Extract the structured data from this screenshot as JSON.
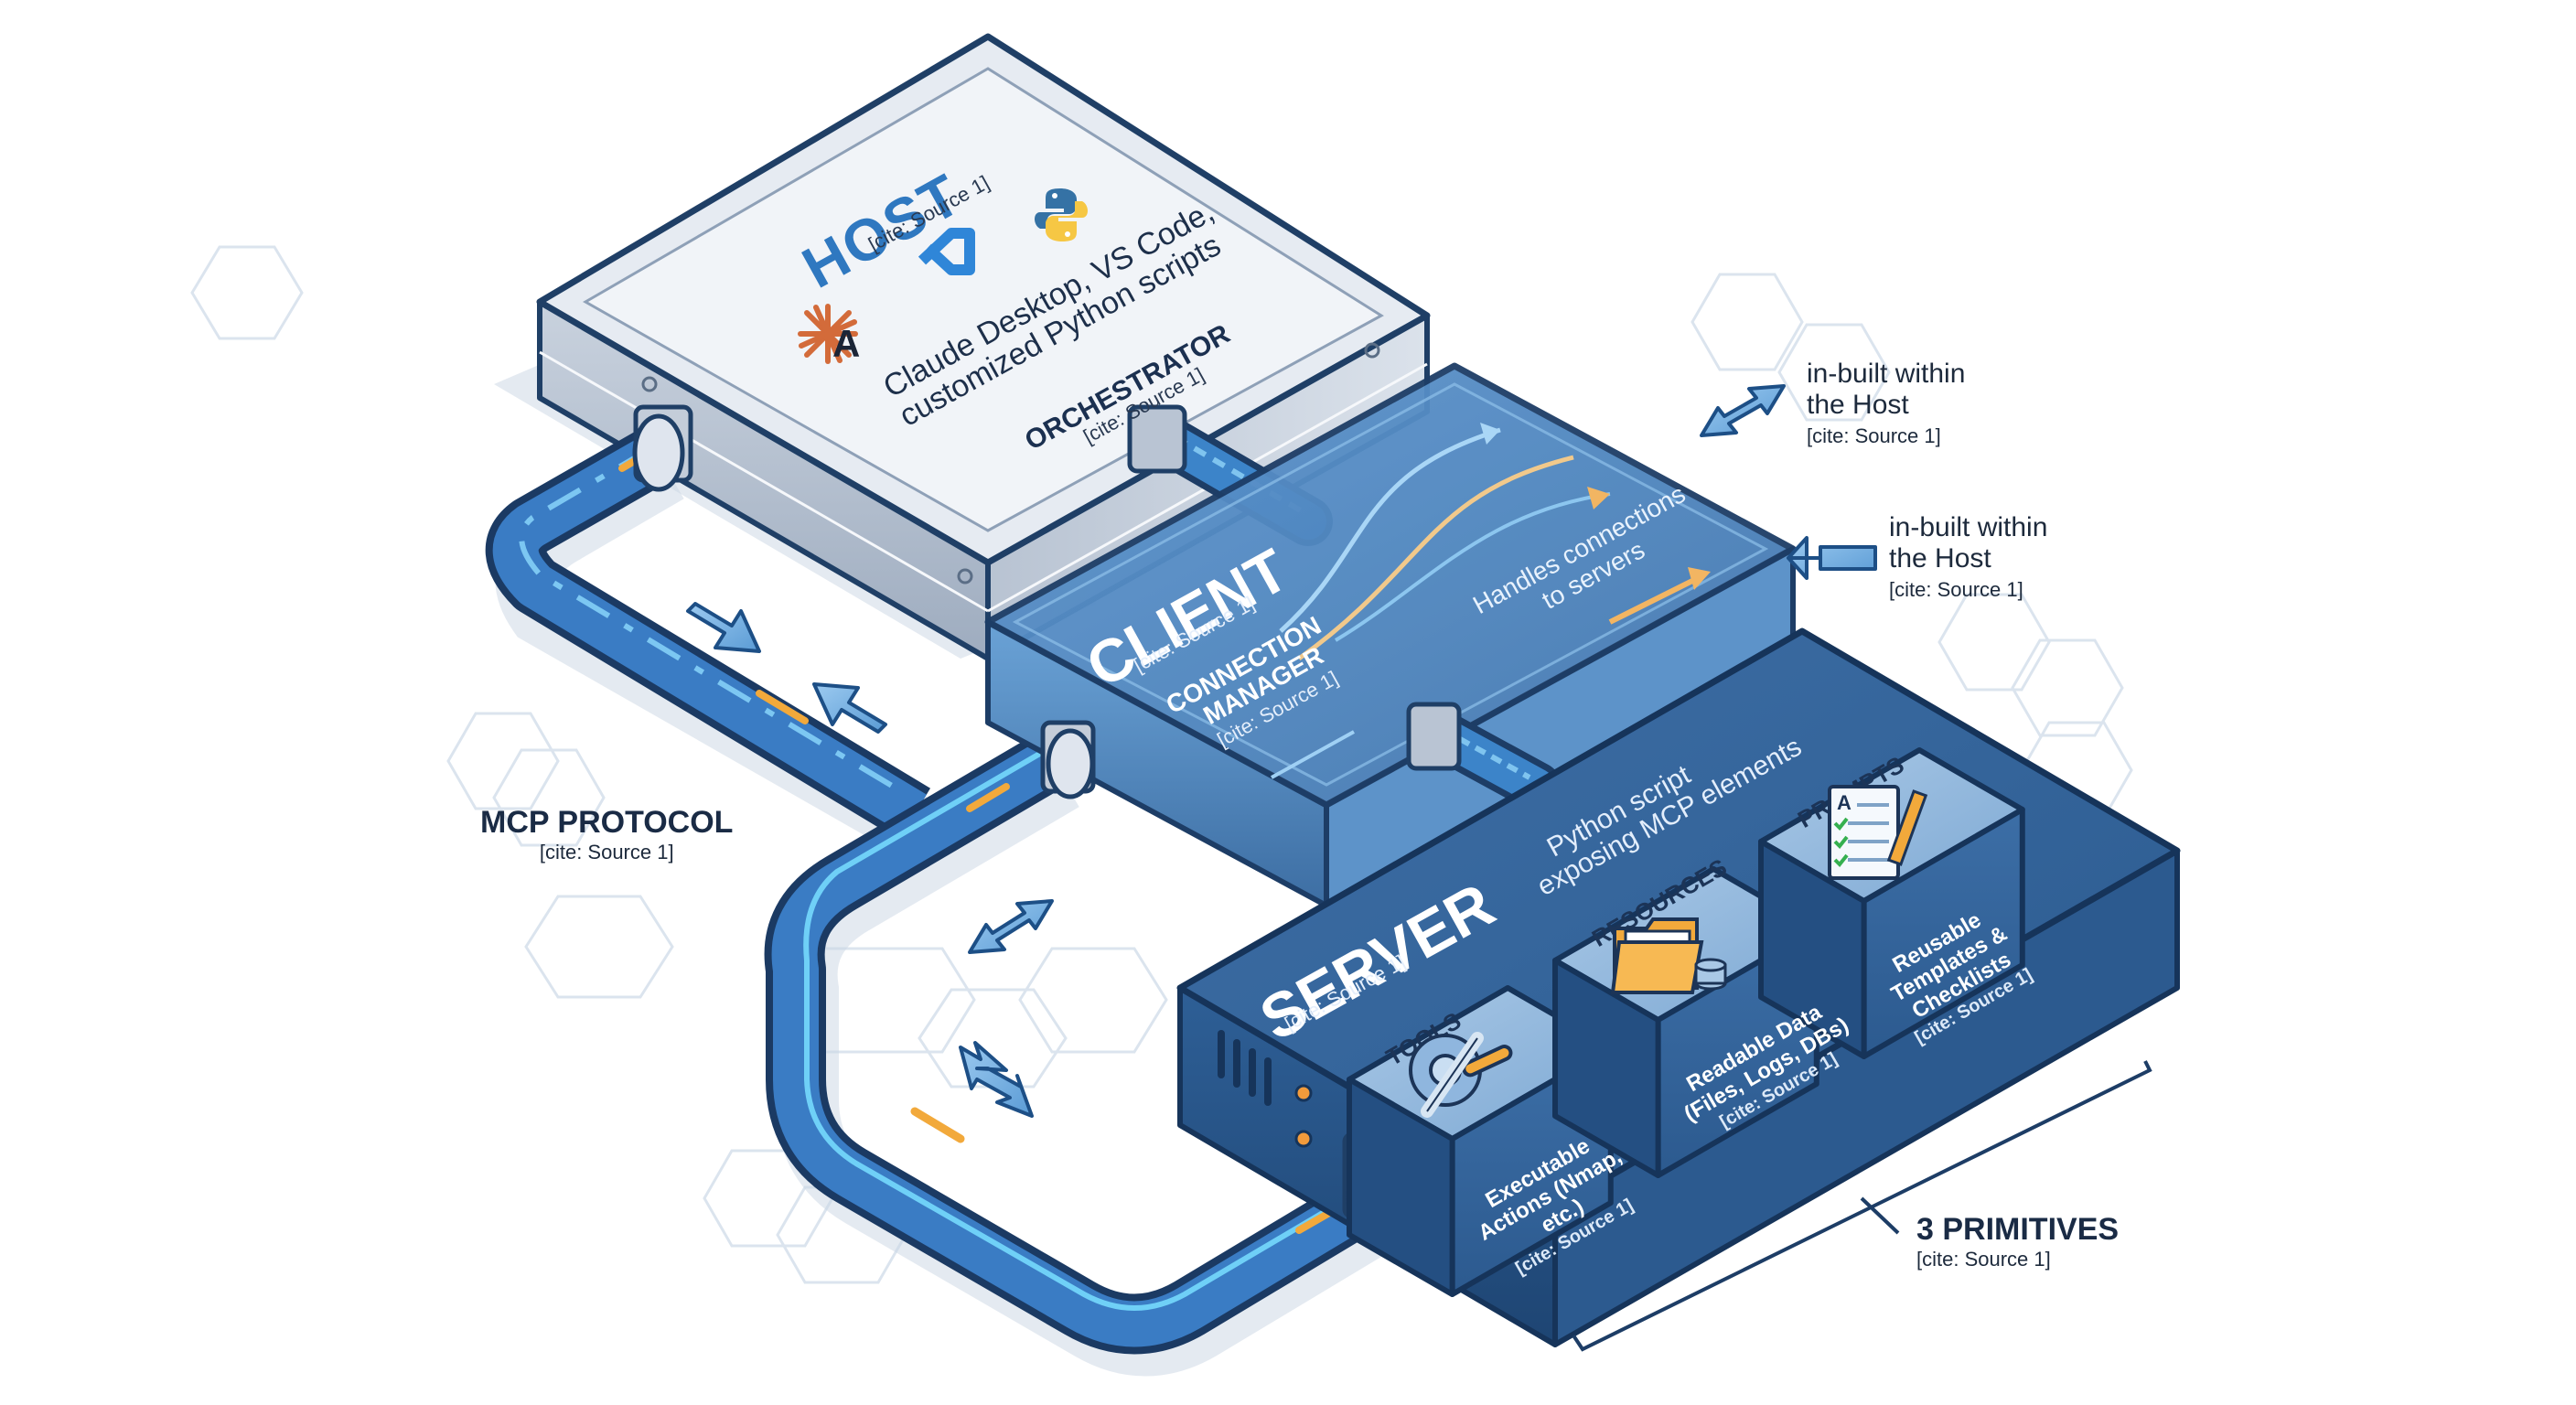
{
  "diagram": {
    "host": {
      "title": "HOST",
      "cite": "[cite: Source 1]",
      "description_line1": "Claude Desktop, VS Code,",
      "description_line2": "customized Python scripts",
      "role": "ORCHESTRATOR",
      "role_cite": "[cite: Source 1]",
      "logos": [
        "anthropic-logo",
        "vscode-logo",
        "python-logo"
      ]
    },
    "client": {
      "title": "CLIENT",
      "cite": "[cite: Source 1]",
      "role_line1": "CONNECTION",
      "role_line2": "MANAGER",
      "role_cite": "[cite: Source 1]",
      "description_line1": "Handles connections",
      "description_line2": "to servers"
    },
    "server": {
      "title": "SERVER",
      "cite": "[cite: Source 1]",
      "description_line1": "Python script",
      "description_line2": "exposing MCP elements",
      "primitives": [
        {
          "title": "TOOLS",
          "desc_line1": "Executable",
          "desc_line2": "Actions (Nmap,",
          "desc_line3": "etc.)",
          "cite": "[cite: Source 1]",
          "icon": "gear-wrench-icon"
        },
        {
          "title": "RESOURCES",
          "desc_line1": "Readable Data",
          "desc_line2": "(Files, Logs, DBs)",
          "desc_line3": "",
          "cite": "[cite: Source 1]",
          "icon": "folder-database-icon"
        },
        {
          "title": "PROMPTS",
          "desc_line1": "Reusable",
          "desc_line2": "Templates &",
          "desc_line3": "Checklists",
          "cite": "[cite: Source 1]",
          "icon": "checklist-pencil-icon"
        }
      ]
    },
    "annotations": {
      "host_client_link": {
        "line1": "in-built within",
        "line2": "the Host",
        "cite": "[cite: Source 1]"
      },
      "client_side": {
        "line1": "in-built within",
        "line2": "the Host",
        "cite": "[cite: Source 1]"
      },
      "protocol": {
        "label": "MCP PROTOCOL",
        "cite": "[cite: Source 1]"
      },
      "primitives": {
        "label": "3 PRIMITIVES",
        "cite": "[cite: Source 1]"
      }
    },
    "colors": {
      "host_metal": "#dfe5ee",
      "client_glass": "#4f86bf",
      "server_dark": "#2c5a8f",
      "pipe_blue": "#3a7cc4",
      "accent_orange": "#f2a93b",
      "text_dark": "#1a2b45"
    }
  }
}
